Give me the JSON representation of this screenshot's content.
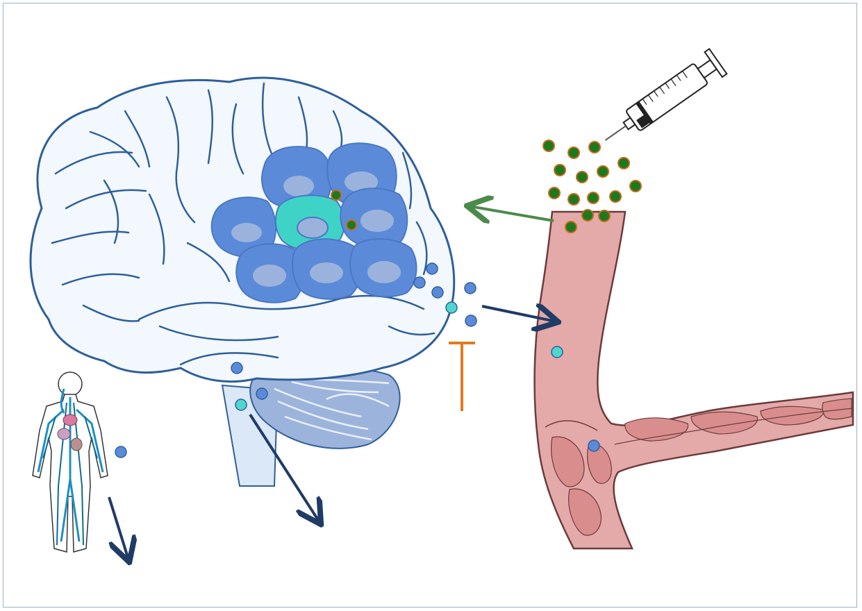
{
  "figure": {
    "elements": {
      "brain": "brain-illustration",
      "tumor_cells": "tumor-cell-cluster",
      "blood_vessel": "blood-vessel",
      "syringe": "syringe-icon",
      "body": "human-body-icon"
    },
    "colors": {
      "brain_fill": "#f2f8fd",
      "brain_outline": "#2f5f9a",
      "cell_fill": "#5b8bd8",
      "cell_nucleus": "#9bb3dc",
      "highlight_cell": "#3fd3c8",
      "vessel_fill": "#e4a9a9",
      "vessel_outline": "#6b3b3b",
      "drug_particle": "#1c7a1c",
      "drug_particle_ring": "#c86a1e",
      "marker_blue": "#5b8bd8",
      "marker_teal": "#4fd6cf",
      "arrow_navy": "#1f3b66",
      "arrow_green": "#4c8a4c",
      "inhibit_orange": "#e07b1f"
    }
  }
}
